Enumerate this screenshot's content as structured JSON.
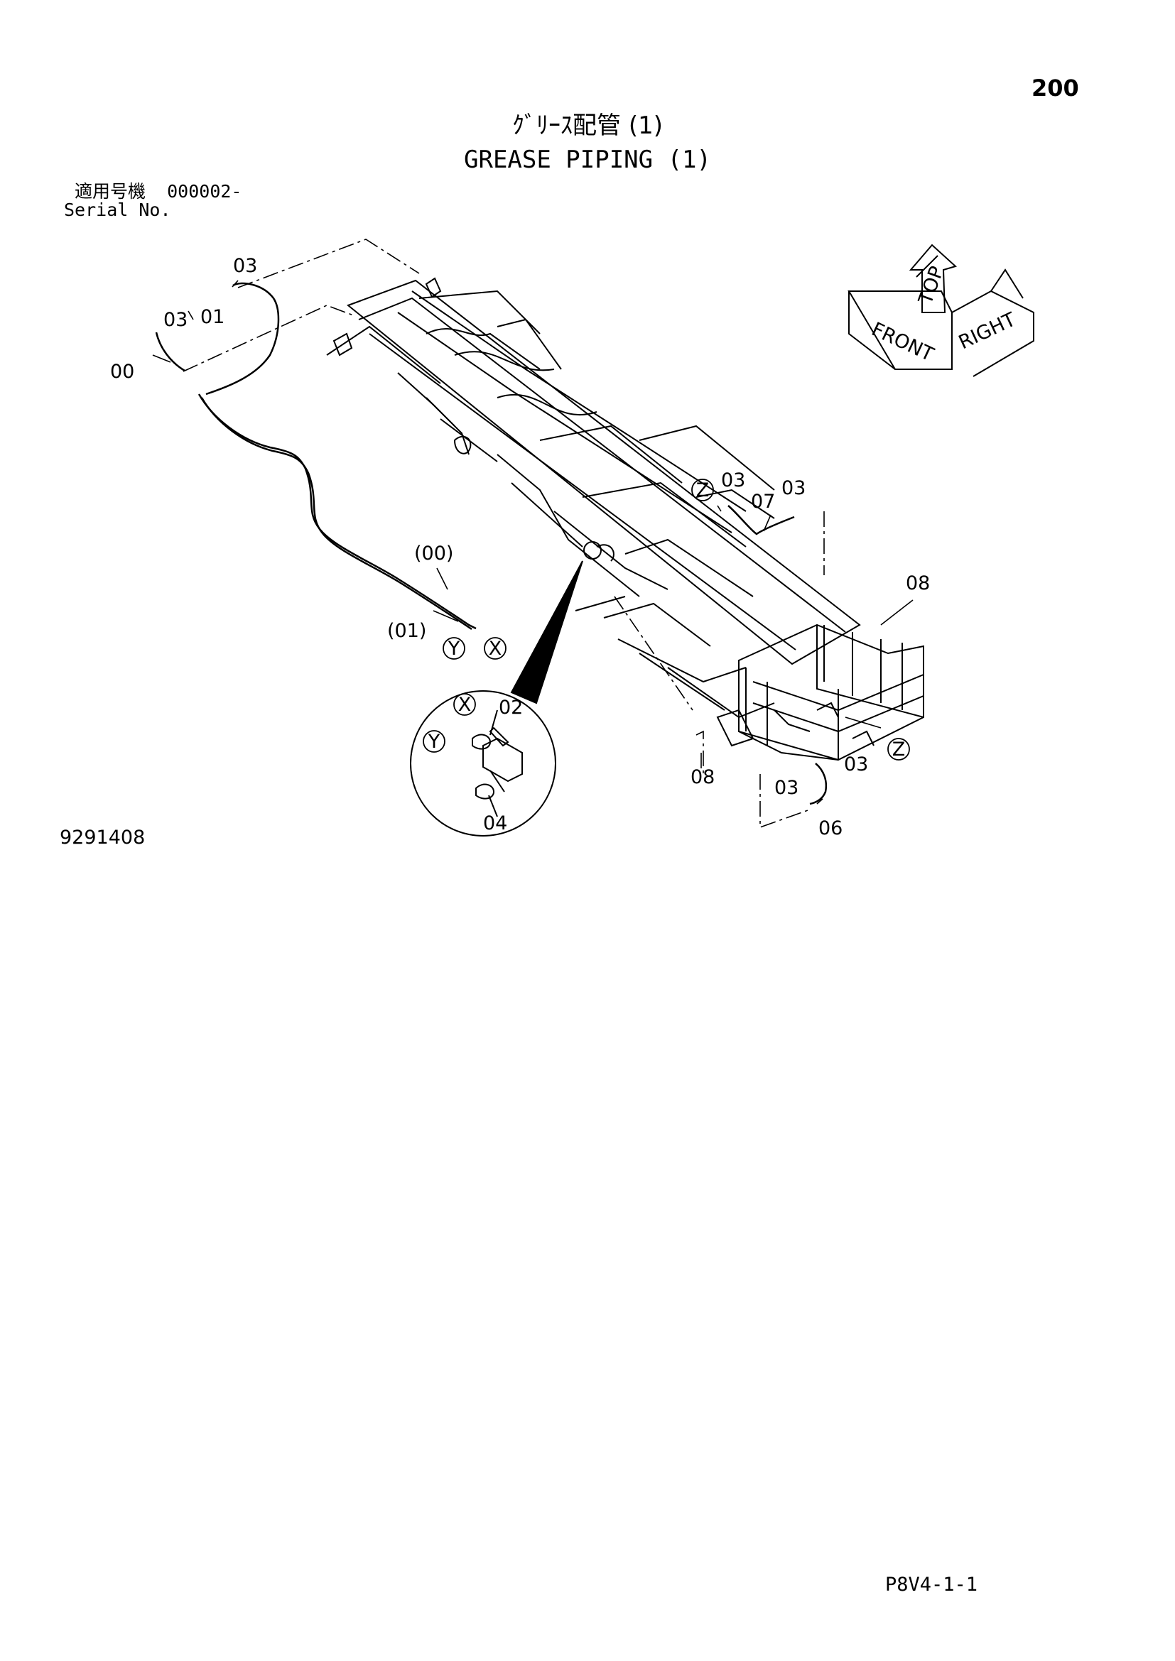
{
  "page": {
    "number": "200",
    "title_jp": "ｸﾞﾘｰｽ配管 (1)",
    "title_en": "GREASE PIPING (1)",
    "serial_label_jp": "適用号機",
    "serial_value": "000002-",
    "serial_label_en": "Serial No.",
    "drawing_number": "9291408",
    "page_code": "P8V4-1-1"
  },
  "orientation_icon": {
    "labels": [
      "FRONT",
      "RIGHT",
      "TOP"
    ]
  },
  "callouts": [
    {
      "id": "c03-top",
      "text": "03"
    },
    {
      "id": "c01-top",
      "text": "01"
    },
    {
      "id": "c03-left",
      "text": "03"
    },
    {
      "id": "c00",
      "text": "00"
    },
    {
      "id": "c00-paren",
      "text": "(00)"
    },
    {
      "id": "c01-paren",
      "text": "(01)"
    },
    {
      "id": "c03-z-a",
      "text": "03"
    },
    {
      "id": "c07",
      "text": "07"
    },
    {
      "id": "c03-z-b",
      "text": "03"
    },
    {
      "id": "c08-right",
      "text": "08"
    },
    {
      "id": "c02",
      "text": "02"
    },
    {
      "id": "c04",
      "text": "04"
    },
    {
      "id": "c08-bottom",
      "text": "08"
    },
    {
      "id": "c03-bottom-a",
      "text": "03"
    },
    {
      "id": "c03-bottom-b",
      "text": "03"
    },
    {
      "id": "c06",
      "text": "06"
    }
  ],
  "markers": [
    {
      "id": "m-y",
      "text": "Y"
    },
    {
      "id": "m-x",
      "text": "X"
    },
    {
      "id": "m-z-top",
      "text": "Z"
    },
    {
      "id": "m-z-bottom",
      "text": "Z"
    },
    {
      "id": "m-x-detail",
      "text": "X"
    },
    {
      "id": "m-y-detail",
      "text": "Y"
    }
  ]
}
